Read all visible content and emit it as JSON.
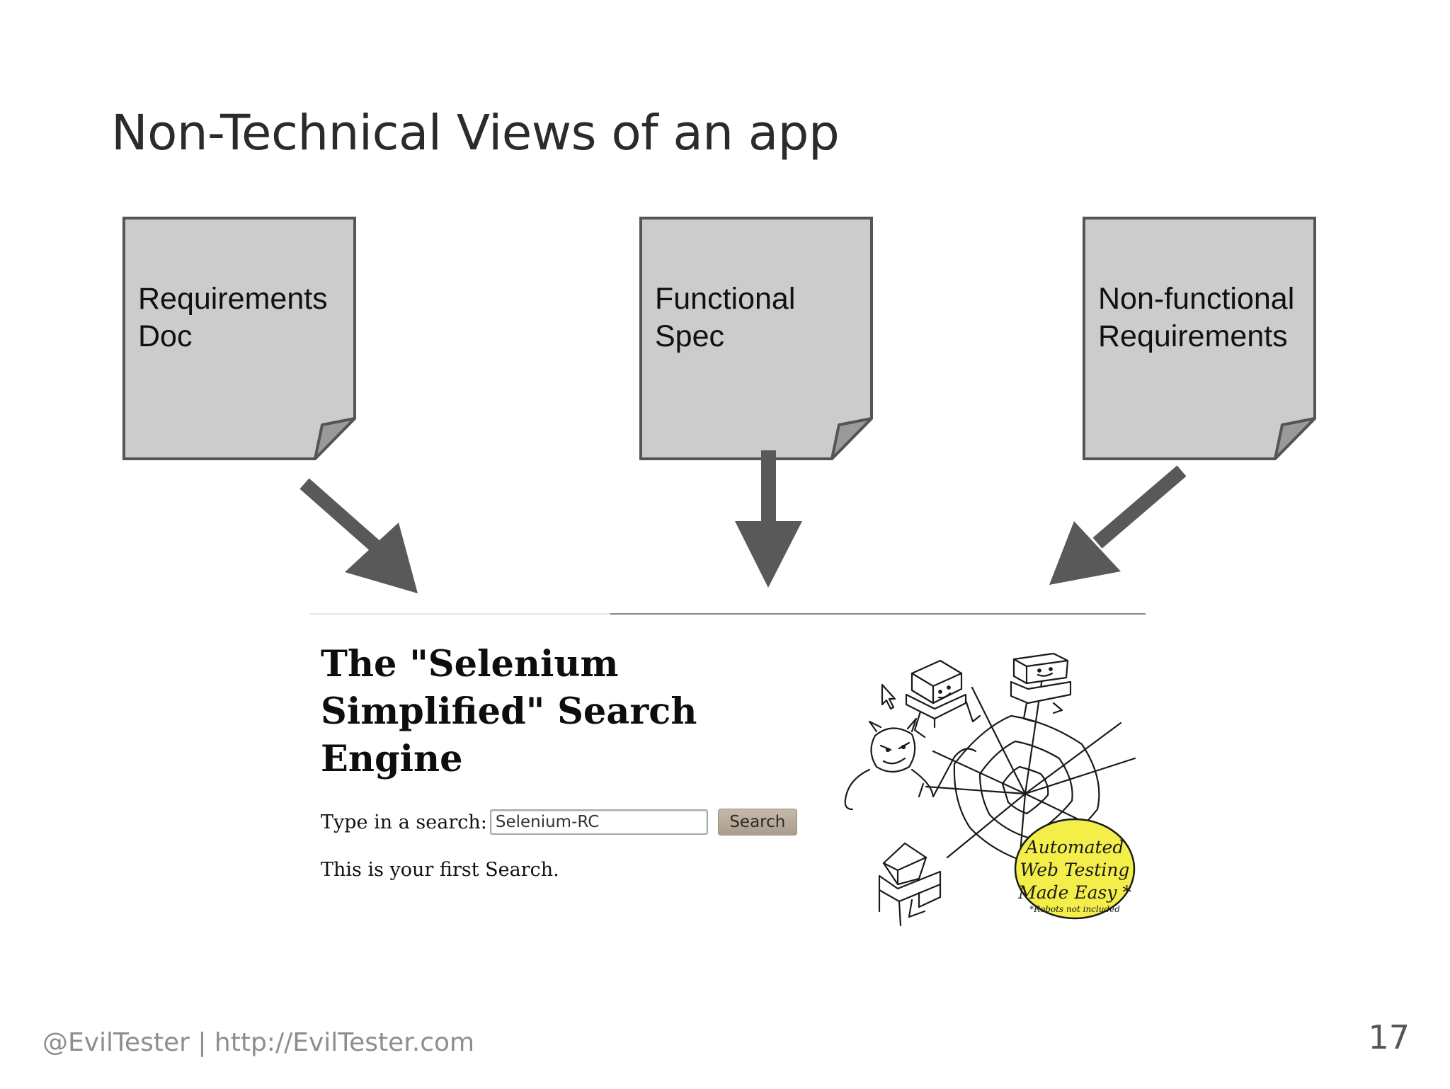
{
  "slide": {
    "title": "Non-Technical Views of an app",
    "footer": "@EvilTester | http://EvilTester.com",
    "page_number": "17"
  },
  "documents": [
    {
      "label": "Requirements\nDoc"
    },
    {
      "label": "Functional\nSpec"
    },
    {
      "label": "Non-functional\nRequirements"
    }
  ],
  "app": {
    "heading": "The \"Selenium Simplified\" Search Engine",
    "search_label": "Type in a search:",
    "search_value": "Selenium-RC",
    "search_button": "Search",
    "result_text": "This is your first Search.",
    "badge_line1": "Automated",
    "badge_line2": "Web Testing",
    "badge_line3": "Made Easy *",
    "badge_footnote": "*Robots not included",
    "badge_color": "#f4ee4a"
  },
  "colors": {
    "doc_fill": "#cccccc",
    "doc_stroke": "#555555",
    "arrow": "#595959"
  }
}
